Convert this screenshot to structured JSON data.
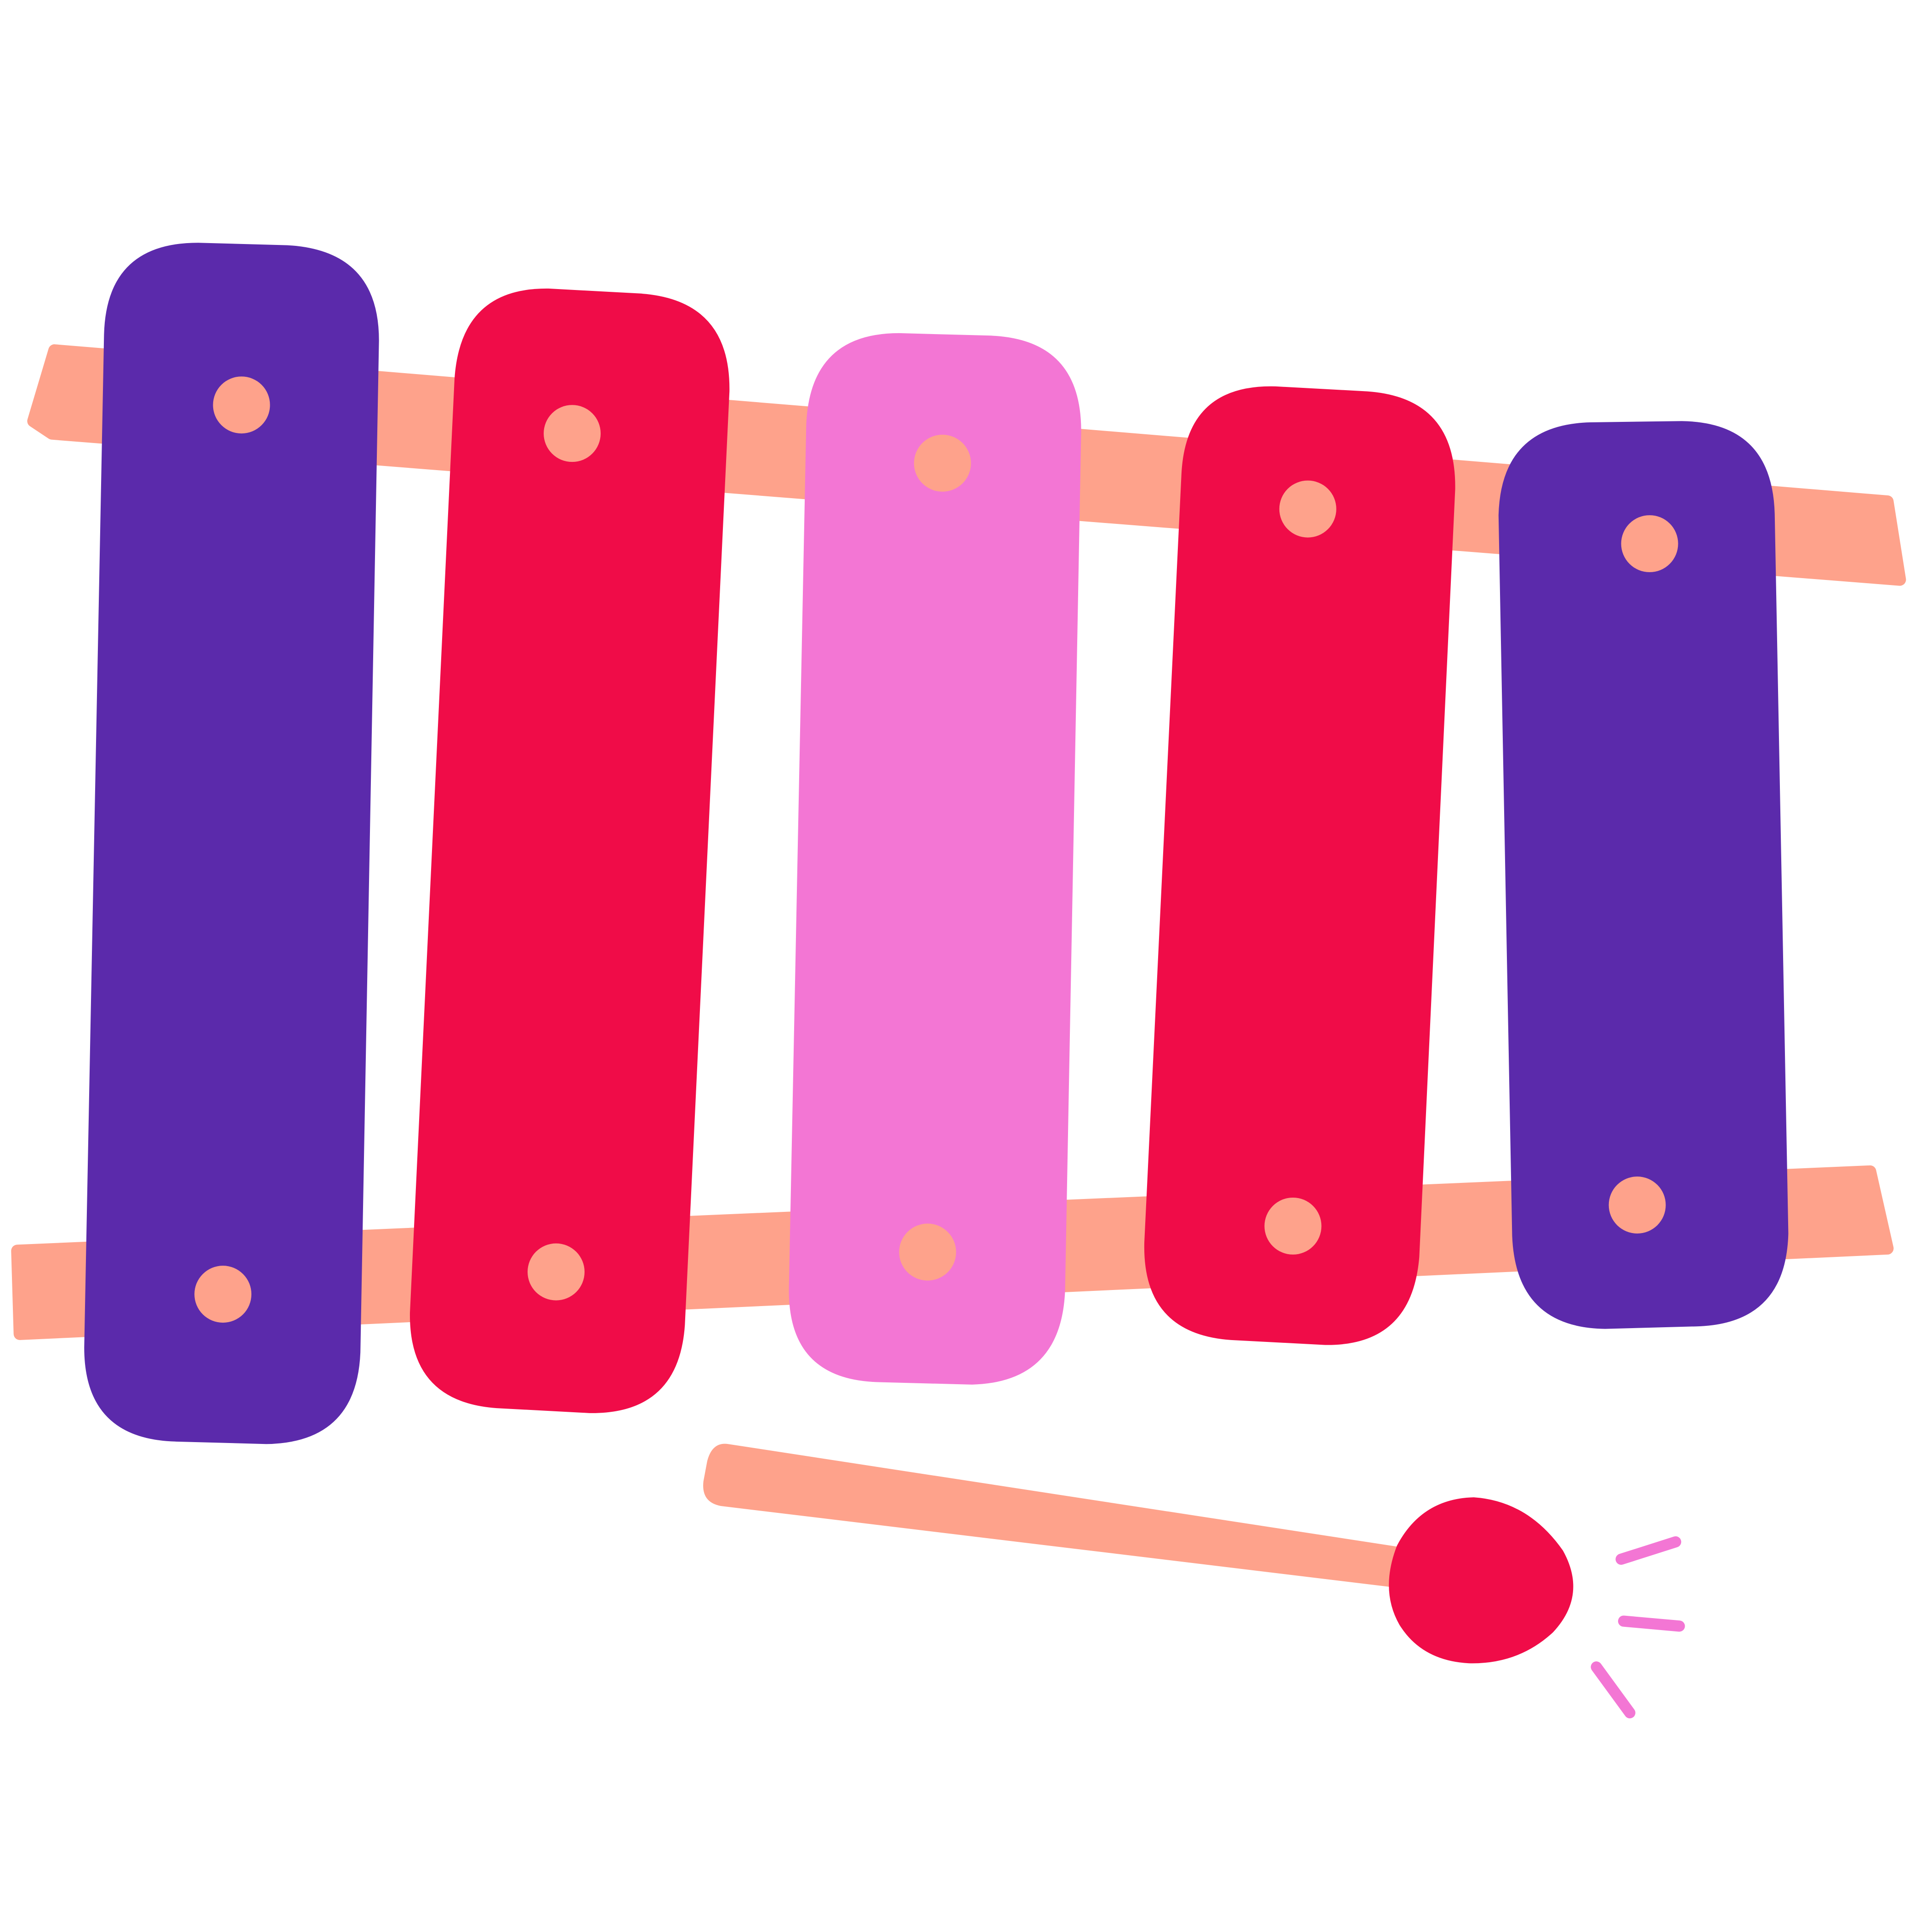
{
  "illustration": {
    "subject": "xylophone-with-mallet",
    "bar_count": 5
  },
  "palette": {
    "background": "#ffffff",
    "rail": "#fea28b",
    "peg": "#fea28b",
    "purple_bar": "#5b2aab",
    "red_bar": "#f00c48",
    "pink_bar": "#f376d4",
    "mallet_head": "#f00c48",
    "mallet_stick": "#fea28b",
    "sound_lines": "#f376d4"
  },
  "bars": [
    {
      "name": "bar-1",
      "color_key": "purple_bar"
    },
    {
      "name": "bar-2",
      "color_key": "red_bar"
    },
    {
      "name": "bar-3",
      "color_key": "pink_bar"
    },
    {
      "name": "bar-4",
      "color_key": "red_bar"
    },
    {
      "name": "bar-5",
      "color_key": "purple_bar"
    }
  ]
}
